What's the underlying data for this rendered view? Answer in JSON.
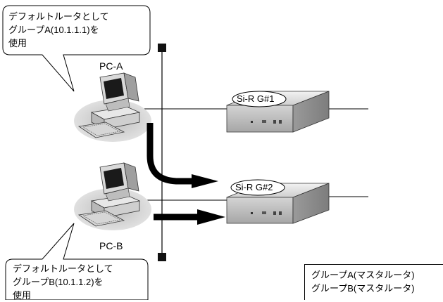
{
  "callout_top": {
    "line1": "デフォルトルータとして",
    "line2": "グループA(10.1.1.1)を",
    "line3": "使用"
  },
  "callout_bottom": {
    "line1": "デフォルトルータとして",
    "line2": "グループB(10.1.1.2)を",
    "line3": "使用"
  },
  "pc_a": {
    "label": "PC-A"
  },
  "pc_b": {
    "label": "PC-B"
  },
  "router_1": {
    "label": "Si-R G#1"
  },
  "router_2": {
    "label": "Si-R G#2"
  },
  "legend": {
    "line1": "グループA(マスタルータ)",
    "line2": "グループB(マスタルータ)"
  }
}
